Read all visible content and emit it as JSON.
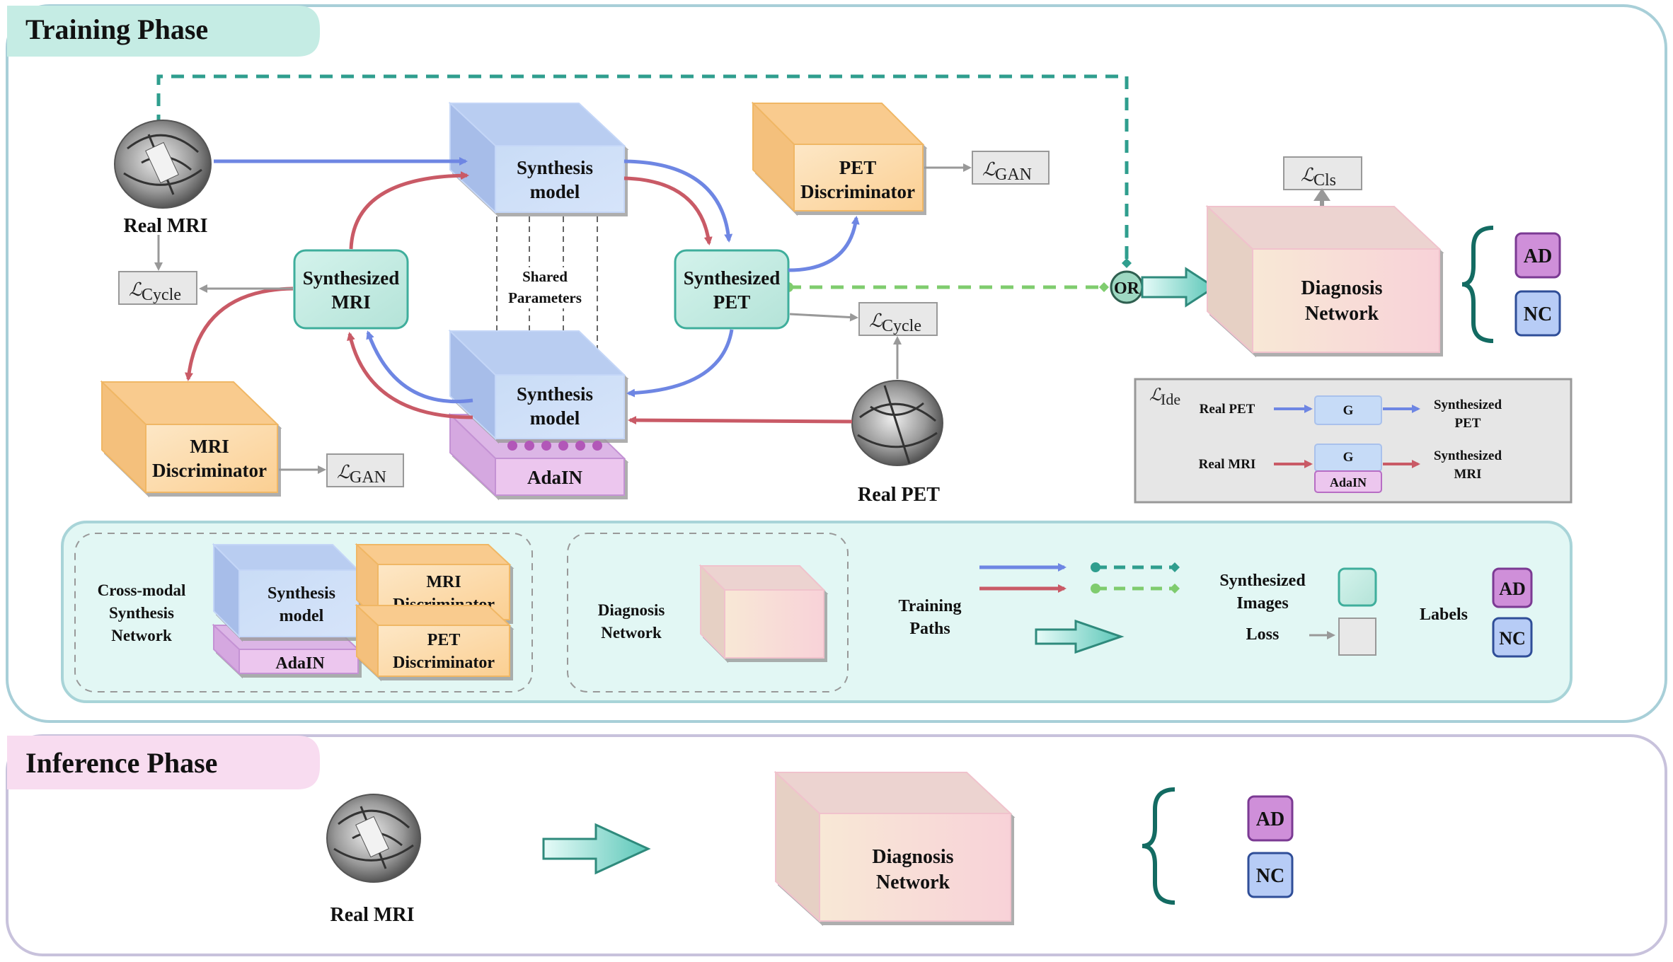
{
  "training_phase": {
    "title": "Training Phase",
    "real_mri": "Real MRI",
    "real_pet": "Real PET",
    "synthesis_model_1": [
      "Synthesis",
      "model"
    ],
    "synthesis_model_2": [
      "Synthesis",
      "model"
    ],
    "adain": "AdaIN",
    "shared_parameters": [
      "Shared",
      "Parameters"
    ],
    "synthesized_mri": [
      "Synthesized",
      "MRI"
    ],
    "synthesized_pet": [
      "Synthesized",
      "PET"
    ],
    "pet_discriminator": [
      "PET",
      "Discriminator"
    ],
    "mri_discriminator": [
      "MRI",
      "Discriminator"
    ],
    "diagnosis_network": [
      "Diagnosis",
      "Network"
    ],
    "or_node": "OR",
    "loss_cycle_mri": {
      "symbol": "ℒ",
      "sub": "Cycle"
    },
    "loss_cycle_pet": {
      "symbol": "ℒ",
      "sub": "Cycle"
    },
    "loss_gan_pet": {
      "symbol": "ℒ",
      "sub": "GAN"
    },
    "loss_gan_mri": {
      "symbol": "ℒ",
      "sub": "GAN"
    },
    "loss_cls": {
      "symbol": "ℒ",
      "sub": "Cls"
    },
    "labels": {
      "ad": "AD",
      "nc": "NC"
    },
    "identity_box": {
      "loss": {
        "symbol": "ℒ",
        "sub": "Ide"
      },
      "row1_input": "Real PET",
      "row1_model": "G",
      "row1_output": [
        "Synthesized",
        "PET"
      ],
      "row2_input": "Real MRI",
      "row2_model": "G",
      "row2_adain": "AdaIN",
      "row2_output": [
        "Synthesized",
        "MRI"
      ]
    }
  },
  "legend": {
    "cross_modal": [
      "Cross-modal",
      "Synthesis",
      "Network"
    ],
    "synthesis_model": [
      "Synthesis",
      "model"
    ],
    "adain": "AdaIN",
    "mri_discriminator": [
      "MRI",
      "Discriminator"
    ],
    "pet_discriminator": [
      "PET",
      "Discriminator"
    ],
    "diagnosis_network": [
      "Diagnosis",
      "Network"
    ],
    "training_paths": [
      "Training",
      "Paths"
    ],
    "synthesized_images": [
      "Synthesized",
      "Images"
    ],
    "loss": "Loss",
    "labels": "Labels",
    "ad": "AD",
    "nc": "NC"
  },
  "inference_phase": {
    "title": "Inference Phase",
    "real_mri": "Real MRI",
    "diagnosis_network": [
      "Diagnosis",
      "Network"
    ],
    "ad": "AD",
    "nc": "NC"
  },
  "colors": {
    "blue_path": "#6e86e3",
    "red_path": "#c95a66",
    "teal_dashed": "#2f9e8e",
    "green_dashed": "#7fcc6e",
    "synthesis_box": "#c6dbf7",
    "discriminator_box": "#fcd39a",
    "diagnosis_box": "#f8d8d8",
    "adain_box": "#ecc6ee",
    "synth_image": "#c3ece3",
    "ad_label": "#cf8fd9",
    "nc_label": "#b7ccf6",
    "training_header": "#c5ece4",
    "inference_header": "#f8dcf0"
  }
}
